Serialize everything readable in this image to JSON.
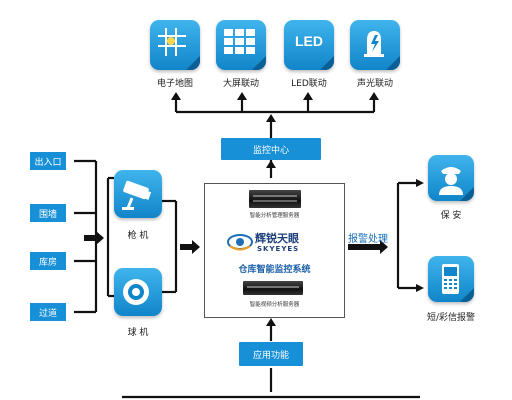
{
  "top_icons": [
    {
      "label": "电子地图",
      "icon": "map-grid-icon"
    },
    {
      "label": "大屏联动",
      "icon": "video-wall-icon"
    },
    {
      "label": "LED联动",
      "icon": "led-icon",
      "icon_text": "LED"
    },
    {
      "label": "声光联动",
      "icon": "sound-light-icon"
    }
  ],
  "monitor_center": "监控中心",
  "left_zones": [
    "出入口",
    "围墙",
    "库房",
    "过道"
  ],
  "cameras": [
    {
      "label": "枪  机",
      "icon": "bullet-camera-icon"
    },
    {
      "label": "球  机",
      "icon": "dome-camera-icon"
    }
  ],
  "center": {
    "server_top_label": "智能分析管理服务器",
    "brand_cn": "辉锐天眼",
    "brand_en": "SKYEYES",
    "system_name": "仓库智能监控系统",
    "server_bottom_label": "智能视频分析服务器"
  },
  "alarm_process": "报警处理",
  "right_outputs": [
    {
      "label": "保  安",
      "icon": "security-guard-icon"
    },
    {
      "label": "短/彩信报警",
      "icon": "mobile-phone-icon"
    }
  ],
  "app_function": "应用功能",
  "colors": {
    "accent": "#1790d8",
    "icon_gradient_top": "#3fb4ec",
    "icon_gradient_bottom": "#1185c9"
  }
}
